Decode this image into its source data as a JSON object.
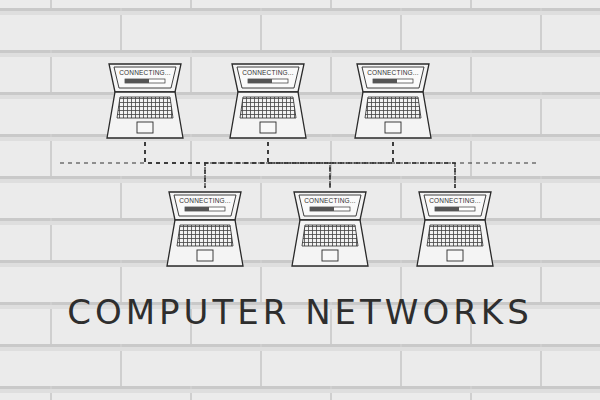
{
  "diagram": {
    "title": "COMPUTER NETWORKS",
    "nodes": [
      {
        "text": [
          "CONNECTING..."
        ]
      },
      {
        "text": [
          "CONNECTING..."
        ]
      },
      {
        "text": [
          "CONNECTING..."
        ]
      },
      {
        "text": [
          "CONNECTING..."
        ]
      },
      {
        "text": [
          "CONNECTING..."
        ]
      },
      {
        "text": [
          "CONNECTING..."
        ]
      }
    ],
    "edges": [
      {
        "from": 0,
        "to": 3,
        "arrow": "none"
      },
      {
        "from": 0,
        "to": 4,
        "arrow": "none"
      },
      {
        "from": 0,
        "to": 5,
        "arrow": "none"
      },
      {
        "from": 1,
        "to": 3,
        "arrow": "none"
      },
      {
        "from": 1,
        "to": 4,
        "arrow": "none"
      },
      {
        "from": 1,
        "to": 5,
        "arrow": "none"
      },
      {
        "from": 2,
        "to": 3,
        "arrow": "none"
      },
      {
        "from": 2,
        "to": 4,
        "arrow": "none"
      },
      {
        "from": 2,
        "to": 5,
        "arrow": "none"
      }
    ]
  }
}
